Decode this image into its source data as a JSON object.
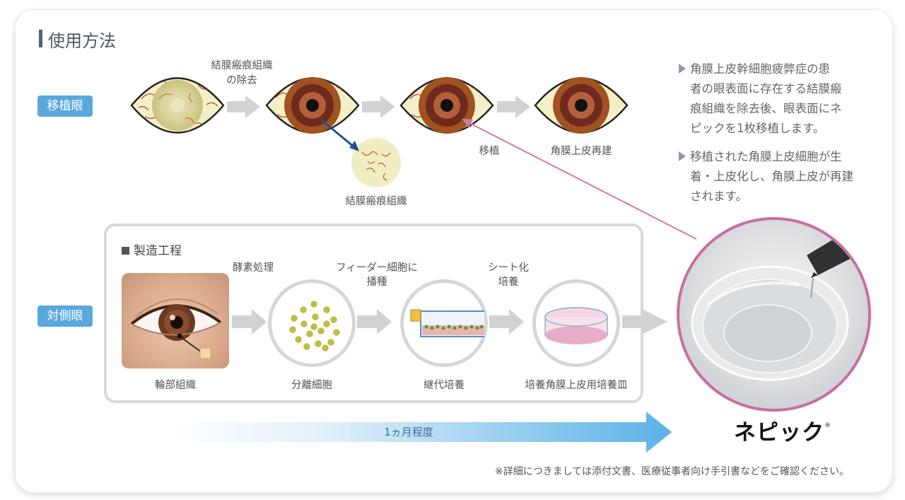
{
  "title": "使用方法",
  "badges": {
    "graft_eye": "移植眼",
    "contralateral_eye": "対側眼"
  },
  "top_labels": {
    "removal": [
      "結膜瘢痕組織",
      "の除去"
    ],
    "scar_tissue": "結膜瘢痕組織",
    "transplant": "移植",
    "reconstruction": "角膜上皮再建"
  },
  "description": [
    [
      "角膜上皮幹細胞疲弊症の患",
      "者の眼表面に存在する結膜瘢",
      "痕組織を除去後、眼表面にネ",
      "ピックを1枚移植します。"
    ],
    [
      "移植された角膜上皮細胞が生",
      "着・上皮化し、角膜上皮が再建",
      "されます。"
    ]
  ],
  "process": {
    "title": "製造工程",
    "steps": [
      {
        "caption": "輪部組織"
      },
      {
        "caption": "分離細胞"
      },
      {
        "caption": "継代培養"
      },
      {
        "caption": "培養角膜上皮用培養皿"
      }
    ],
    "arrow_labels": {
      "enzyme": "酵素処理",
      "feeder": [
        "フィーダー細胞に",
        "播種"
      ],
      "sheet": [
        "シート化",
        "培養"
      ]
    }
  },
  "time_label": "1ヵ月程度",
  "brand": {
    "name": "ネピック",
    "mark": "®"
  },
  "footnote": "※詳細につきましては添付文書、医療従事者向け手引書などをご確認ください。",
  "colors": {
    "badge": "#5aa8dc",
    "eye_white": "#f3f0c8",
    "vessel": "#c0392b",
    "iris": "#6e2a1c",
    "pink_arrow": "#d07aa9",
    "blue_arrow": "#1f4f9a",
    "gray_arrow": "#d2d2d2"
  }
}
